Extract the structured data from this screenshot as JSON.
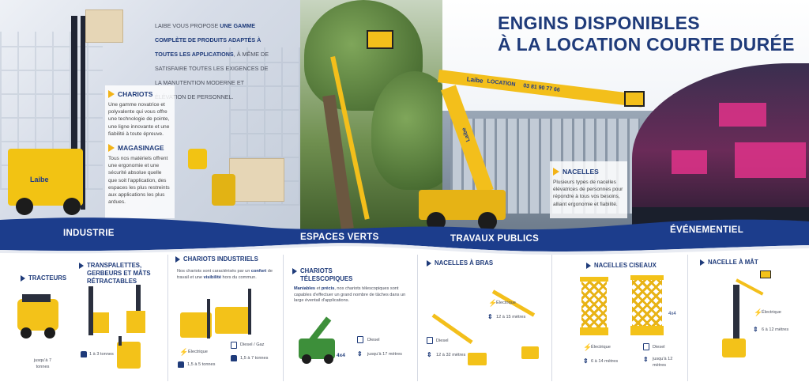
{
  "header": {
    "title_line1": "ENGINS DISPONIBLES",
    "title_line2": "À LA LOCATION COURTE DURÉE"
  },
  "intro": {
    "part1": "LAIBE VOUS PROPOSE ",
    "bold": "UNE GAMME COMPLÈTE DE PRODUITS ADAPTÉS À TOUTES LES APPLICATIONS",
    "part2": ", À MÊME DE SATISFAIRE TOUTES LES EXIGENCES DE LA MANUTENTION MODERNE ET ÉLÉVATION DE PERSONNEL."
  },
  "chariots": {
    "heading": "CHARIOTS",
    "text": "Une gamme novatrice et polyvalente qui vous offre une technologie de pointe, une ligne innovante et une fiabilité à toute épreuve."
  },
  "magasinage": {
    "heading": "MAGASINAGE",
    "text": "Tous nos matériels offrent une ergonomie et une sécurité absolue quelle que soit l'application, des espaces les plus restreints aux applications les plus ardues."
  },
  "nacelles": {
    "heading": "NACELLES",
    "text": "Plusieurs types de nacelles élévatrices de personnes pour répondre à tous vos besoins, alliant ergonomie et fiabilité."
  },
  "photo": {
    "boom_brand": "Laibe",
    "boom_label": "LOCATION",
    "boom_phone": "03 81 90 77 66",
    "forklift_brand": "Laibe"
  },
  "sections": {
    "industrie": "INDUSTRIE",
    "espaces_verts": "ESPACES VERTS",
    "travaux_publics": "TRAVAUX PUBLICS",
    "evenementiel": "ÉVÉNEMENTIEL"
  },
  "categories": {
    "tracteurs": {
      "title": "TRACTEURS",
      "spec": "jusqu'à 7 tonnes"
    },
    "transpalettes": {
      "title": "TRANSPALETTES, GERBEURS ET MÂTS RÉTRACTABLES",
      "spec": "1 à 3 tonnes"
    },
    "chariots_industriels": {
      "title": "CHARIOTS INDUSTRIELS",
      "desc_part1": "Nos chariots sont caractérisés par un ",
      "desc_b1": "confort",
      "desc_part2": " de travail et une ",
      "desc_b2": "visibilité",
      "desc_part3": " hors du commun.",
      "spec_electrique": "Électrique",
      "spec_electrique_load": "1,5 à 5 tonnes",
      "spec_diesel": "Diesel / Gaz",
      "spec_diesel_load": "1,5 à 7 tonnes"
    },
    "telescopiques": {
      "title": "CHARIOTS TÉLESCOPIQUES",
      "desc_b1": "Maniables",
      "desc_part1": " et ",
      "desc_b2": "précis",
      "desc_part2": ", nos chariots télescopiques sont capables d'effectuer un grand nombre de tâches dans un large éventail d'applications.",
      "badge": "4x4",
      "spec_fuel": "Diesel",
      "spec_height": "jusqu'à 17 mètres"
    },
    "nacelles_bras": {
      "title": "NACELLES À BRAS",
      "spec_elec": "Électrique",
      "spec_elec_height": "12 à 15 mètres",
      "spec_diesel": "Diesel",
      "spec_diesel_height": "12 à 32 mètres"
    },
    "nacelles_ciseaux": {
      "title": "NACELLES CISEAUX",
      "badge": "4x4",
      "spec_elec": "Électrique",
      "spec_elec_height": "6 à 14 mètres",
      "spec_diesel": "Diesel",
      "spec_diesel_height": "jusqu'à 12 mètres"
    },
    "nacelle_mat": {
      "title": "NACELLE À MÂT",
      "spec_elec": "Électrique",
      "spec_height": "6 à 12 mètres"
    }
  },
  "colors": {
    "brand_blue": "#1f3b7a",
    "accent_yellow": "#f2b318",
    "band_blue": "#1c3d8c"
  }
}
